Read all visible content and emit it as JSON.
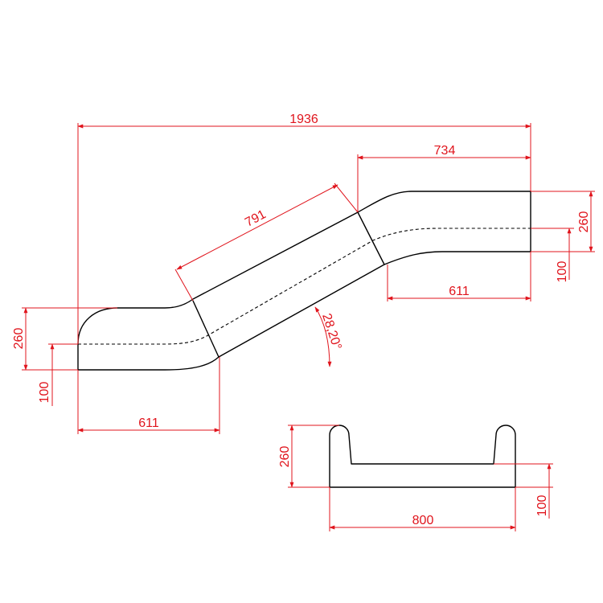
{
  "drawing": {
    "colors": {
      "outline": "#000000",
      "dimension": "#e0141c"
    },
    "side_view": {
      "overall_length": "1936",
      "top_run_length": "734",
      "incline_length": "791",
      "incline_angle": "28,20°",
      "top_height": "260",
      "top_depth": "100",
      "top_flat_length": "611",
      "bottom_height": "260",
      "bottom_depth": "100",
      "bottom_flat_length": "611"
    },
    "cross_section": {
      "height": "260",
      "depth": "100",
      "width": "800"
    }
  }
}
